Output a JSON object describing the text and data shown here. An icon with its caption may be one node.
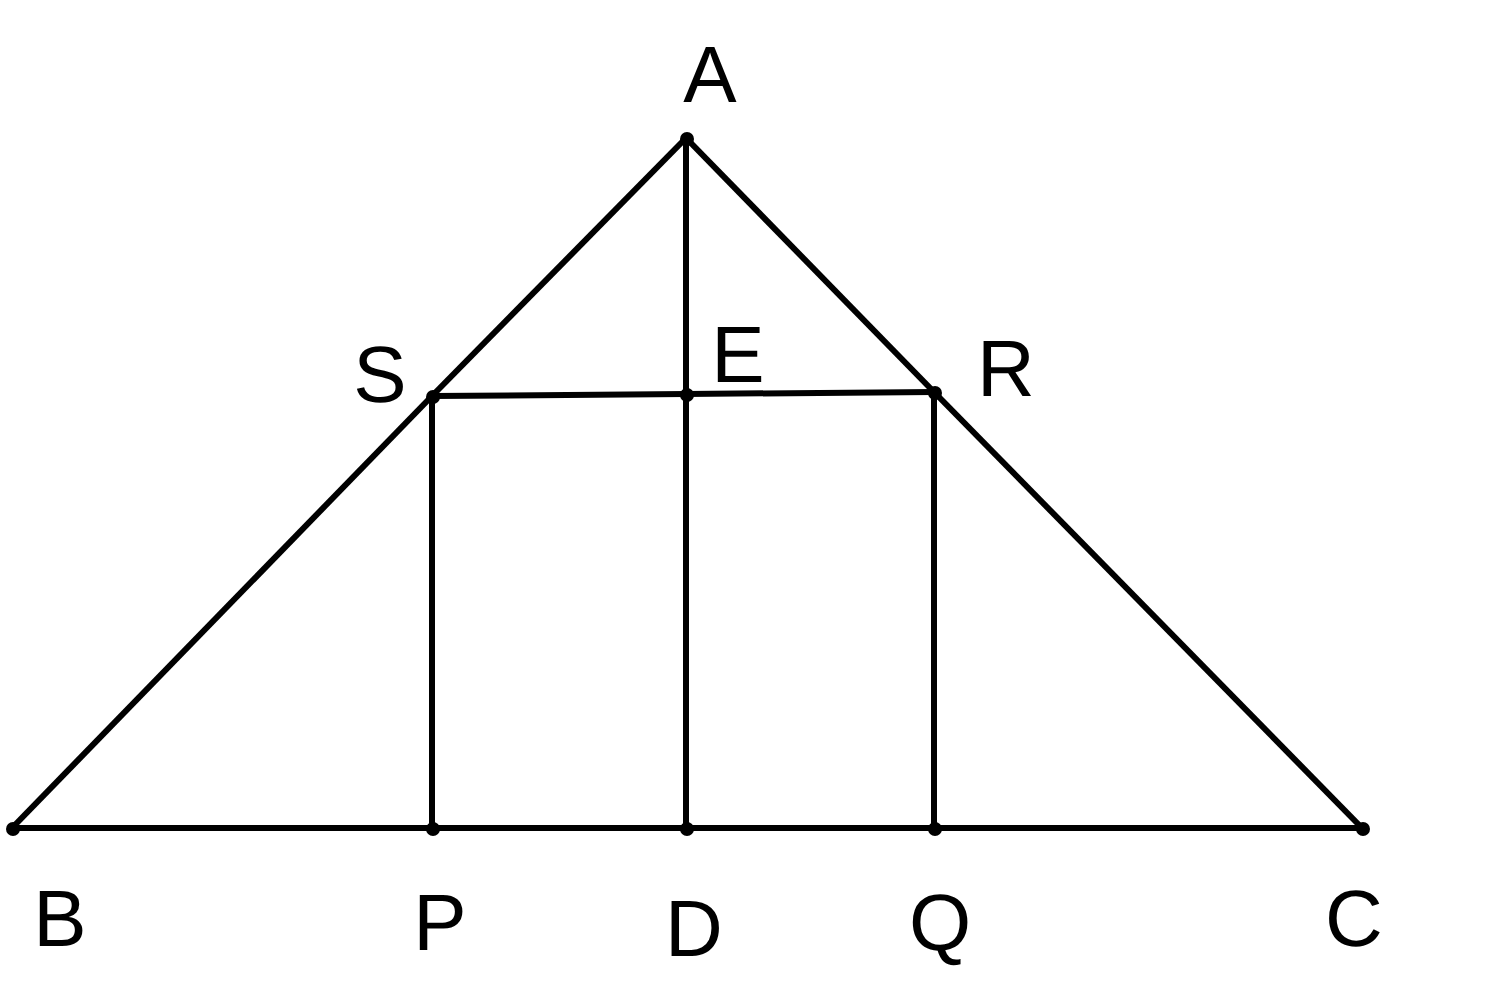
{
  "diagram": {
    "nodes": [
      {
        "text": [
          "A"
        ]
      },
      {
        "text": [
          "S"
        ]
      },
      {
        "text": [
          "E"
        ]
      },
      {
        "text": [
          "R"
        ]
      },
      {
        "text": [
          "B"
        ]
      },
      {
        "text": [
          "P"
        ]
      },
      {
        "text": [
          "D"
        ]
      },
      {
        "text": [
          "Q"
        ]
      },
      {
        "text": [
          "C"
        ]
      }
    ],
    "edges": [
      {
        "from": 0,
        "to": 1,
        "arrow": "none"
      },
      {
        "from": 1,
        "to": 4,
        "arrow": "none"
      },
      {
        "from": 0,
        "to": 2,
        "arrow": "none"
      },
      {
        "from": 2,
        "to": 6,
        "arrow": "none"
      },
      {
        "from": 0,
        "to": 3,
        "arrow": "none"
      },
      {
        "from": 3,
        "to": 8,
        "arrow": "none"
      },
      {
        "from": 1,
        "to": 2,
        "arrow": "none"
      },
      {
        "from": 2,
        "to": 3,
        "arrow": "none"
      },
      {
        "from": 1,
        "to": 5,
        "arrow": "none"
      },
      {
        "from": 3,
        "to": 7,
        "arrow": "none"
      },
      {
        "from": 4,
        "to": 5,
        "arrow": "none"
      },
      {
        "from": 5,
        "to": 6,
        "arrow": "none"
      },
      {
        "from": 6,
        "to": 7,
        "arrow": "none"
      },
      {
        "from": 7,
        "to": 8,
        "arrow": "none"
      }
    ]
  }
}
